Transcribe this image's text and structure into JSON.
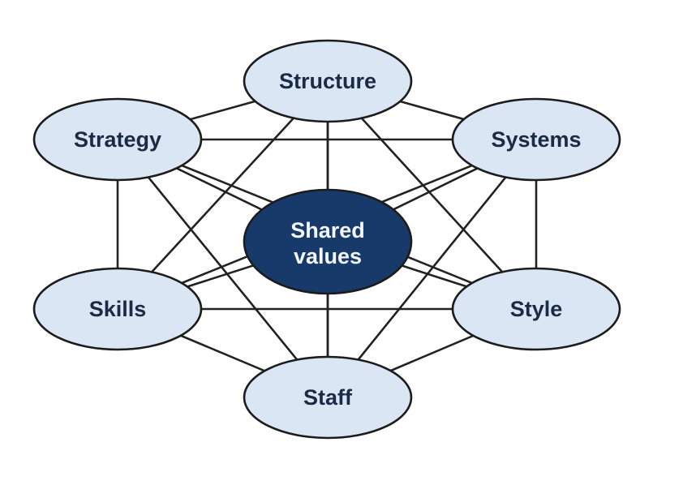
{
  "diagram": {
    "colors": {
      "background": "#ffffff",
      "node_fill": "#dbe6f4",
      "node_stroke": "#1c1c1c",
      "node_text": "#1b2a45",
      "center_fill": "#173a6b",
      "center_text": "#f4f7fb",
      "connector": "#222222"
    },
    "nodes": [
      {
        "id": "structure",
        "label": "Structure"
      },
      {
        "id": "strategy",
        "label": "Strategy"
      },
      {
        "id": "systems",
        "label": "Systems"
      },
      {
        "id": "shared_values",
        "label": "Shared values",
        "lines": [
          "Shared",
          "values"
        ],
        "central": true
      },
      {
        "id": "skills",
        "label": "Skills"
      },
      {
        "id": "style",
        "label": "Style"
      },
      {
        "id": "staff",
        "label": "Staff"
      }
    ],
    "connections": [
      [
        "structure",
        "strategy"
      ],
      [
        "structure",
        "systems"
      ],
      [
        "structure",
        "shared_values"
      ],
      [
        "structure",
        "skills"
      ],
      [
        "structure",
        "style"
      ],
      [
        "structure",
        "staff"
      ],
      [
        "strategy",
        "systems"
      ],
      [
        "strategy",
        "shared_values"
      ],
      [
        "strategy",
        "skills"
      ],
      [
        "strategy",
        "style"
      ],
      [
        "strategy",
        "staff"
      ],
      [
        "systems",
        "shared_values"
      ],
      [
        "systems",
        "skills"
      ],
      [
        "systems",
        "style"
      ],
      [
        "systems",
        "staff"
      ],
      [
        "shared_values",
        "skills"
      ],
      [
        "shared_values",
        "style"
      ],
      [
        "shared_values",
        "staff"
      ],
      [
        "skills",
        "style"
      ],
      [
        "skills",
        "staff"
      ],
      [
        "style",
        "staff"
      ]
    ]
  }
}
